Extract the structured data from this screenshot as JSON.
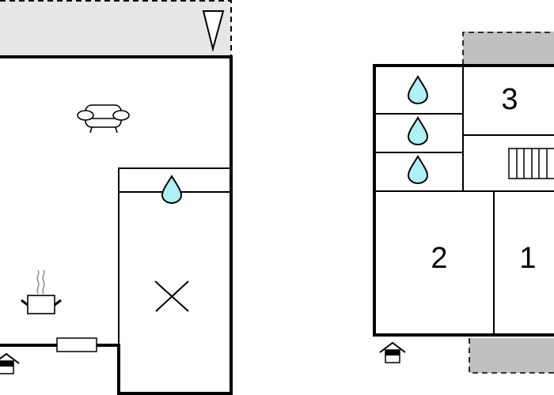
{
  "colors": {
    "terrace_light": "#e6e6e6",
    "terrace_dark": "#c0c0c0",
    "water_drop": "#aef0f4",
    "wall": "#000000"
  },
  "ground_floor": {
    "icons": [
      "north-arrow-icon",
      "sofa-icon",
      "water-drop-icon",
      "bed-cross-icon",
      "cooking-pot-icon",
      "window-icon",
      "entrance-icon"
    ]
  },
  "upper_floor": {
    "rooms": [
      {
        "label": "3"
      },
      {
        "label": "2"
      },
      {
        "label": "1"
      }
    ],
    "icons": [
      "water-drop-icon",
      "water-drop-icon",
      "water-drop-icon",
      "stairs-icon",
      "entrance-icon"
    ]
  }
}
